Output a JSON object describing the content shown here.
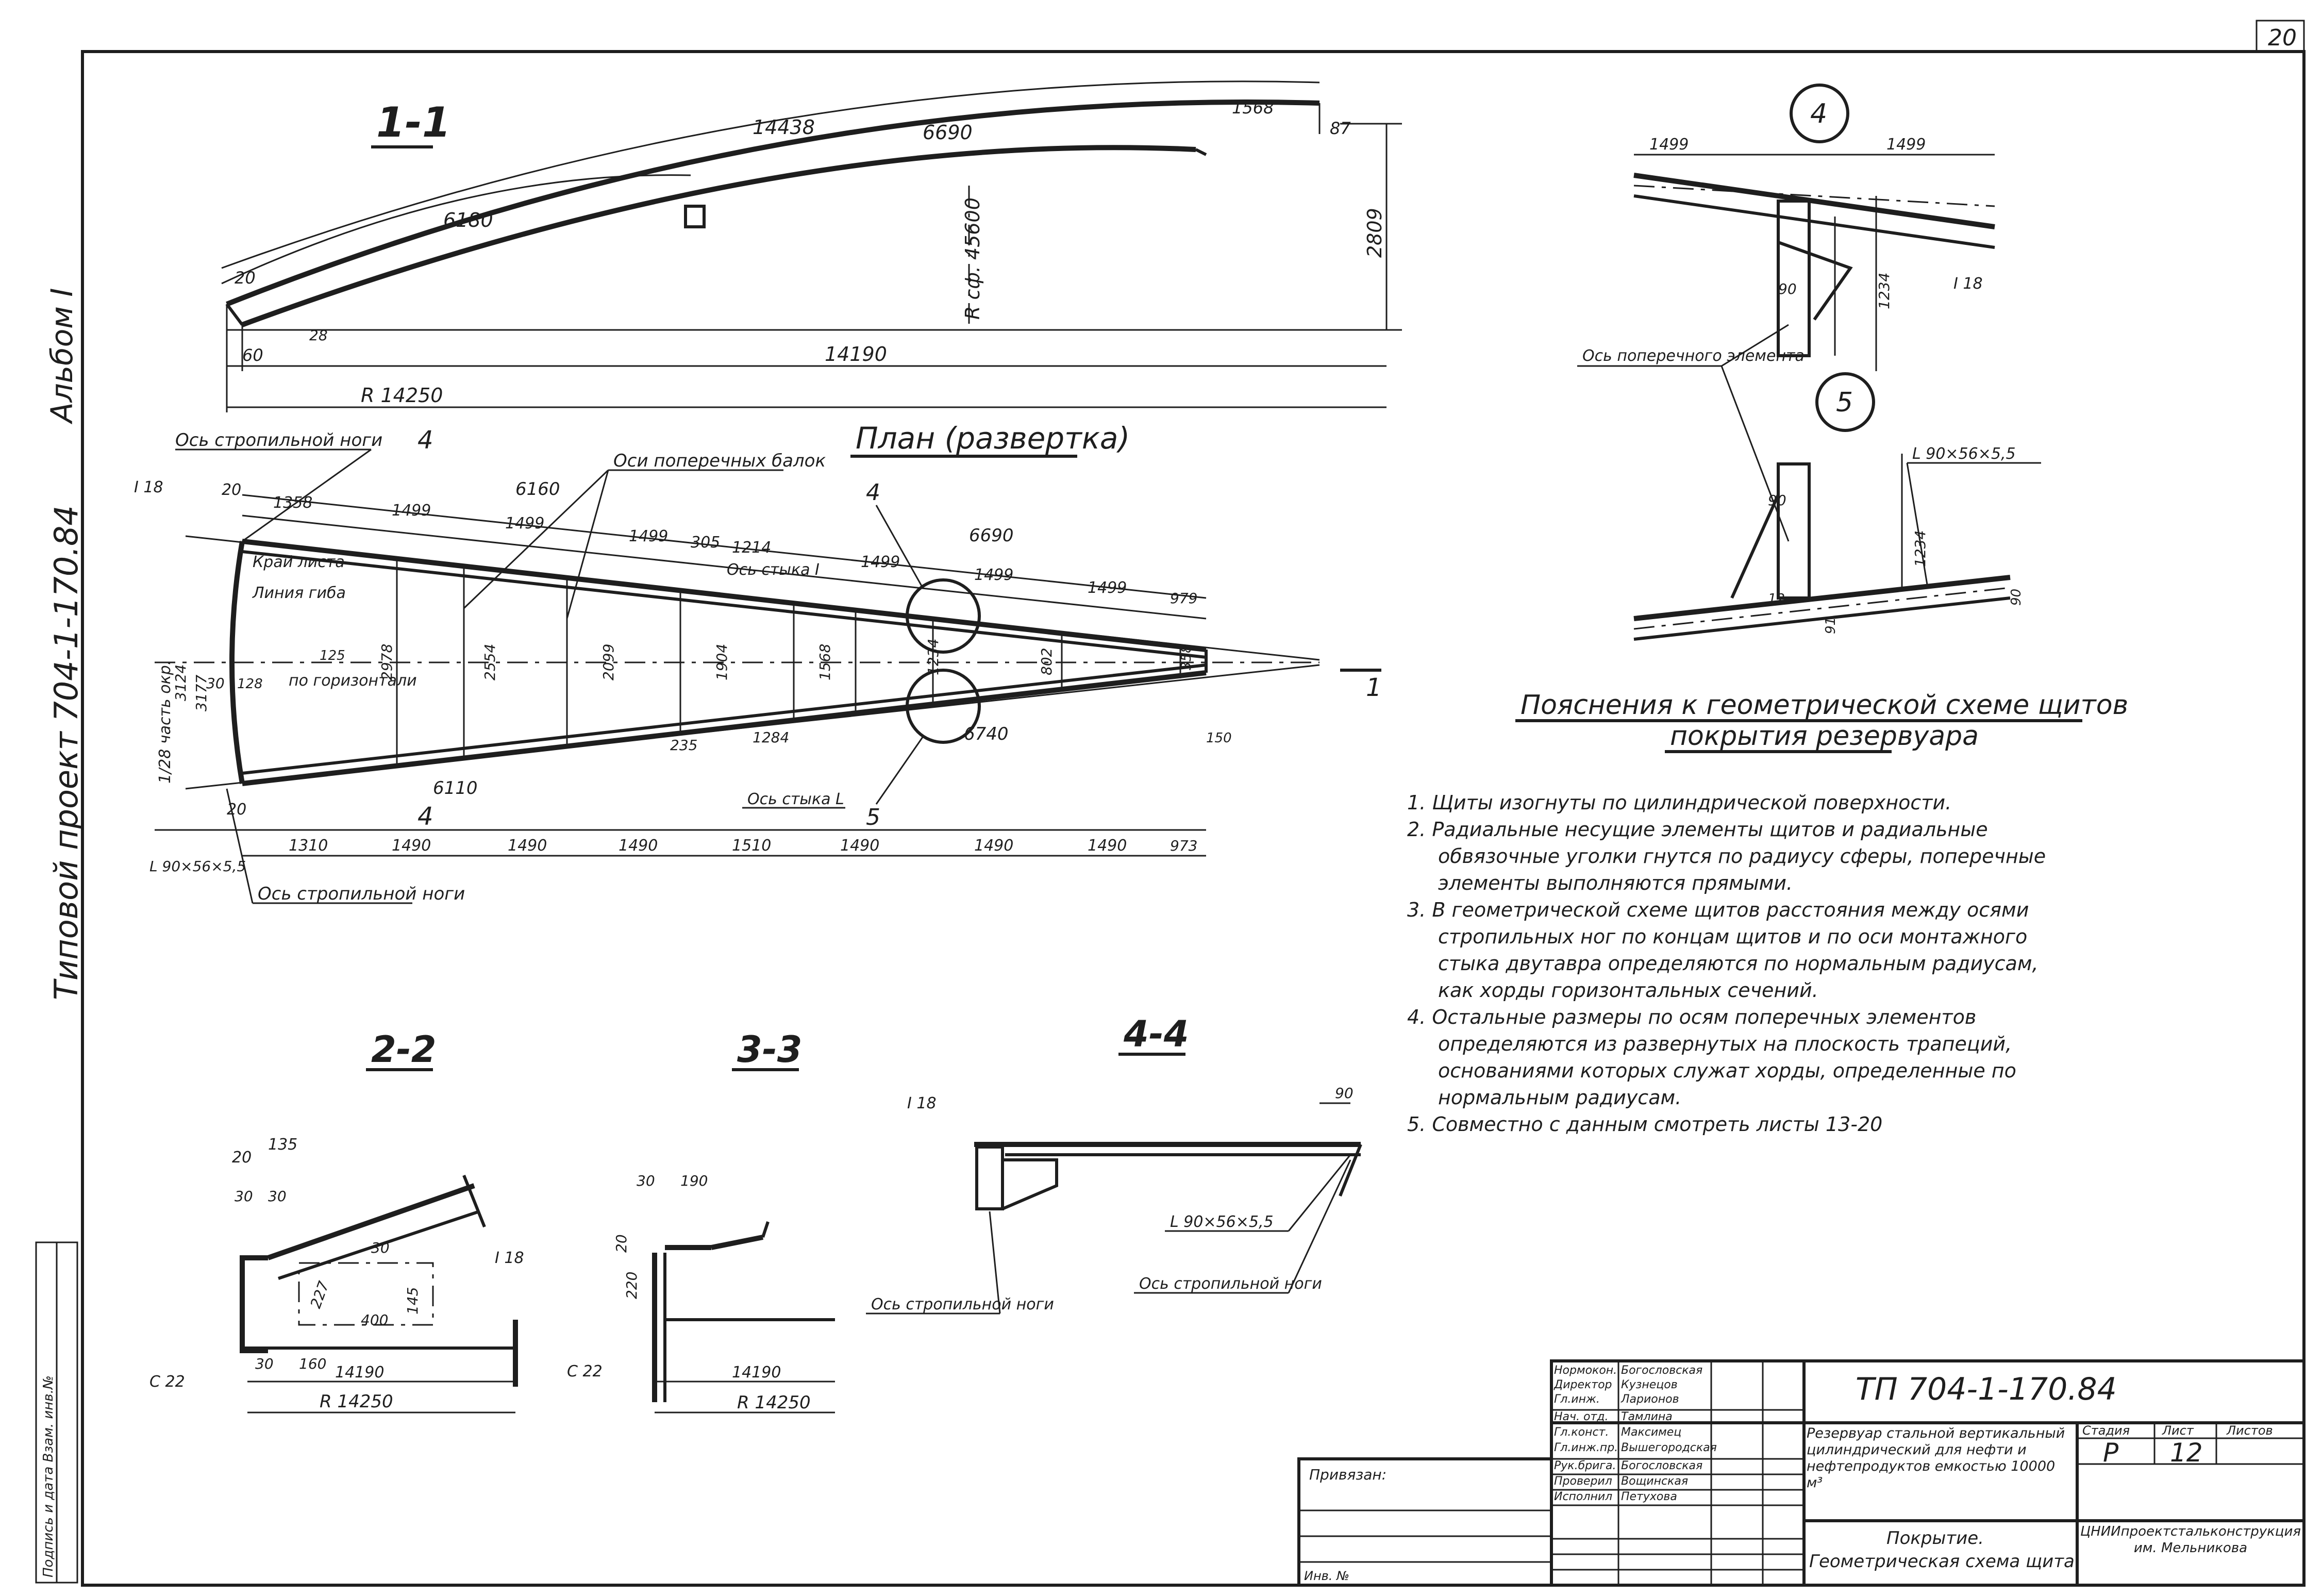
{
  "sheet_corner": "20",
  "margin": {
    "album": "Альбом I",
    "project": "Типовой проект 704-1-170.84",
    "stamp_label": "Подпись и дата Взам. инв.№",
    "inv_label": "Инв. №"
  },
  "section_1_1": {
    "title": "1-1",
    "dims": {
      "total_arc": "14438",
      "left_arc": "6180",
      "right_arc": "6690",
      "end_arc": "1568",
      "height": "2809",
      "end_h": "87",
      "radius_sphere": "R сф. 45600",
      "span": "14190",
      "radius": "R 14250",
      "left_off": "60",
      "start": "20",
      "rise": "28"
    }
  },
  "plan": {
    "title": "План (развертка)",
    "labels": {
      "rafter_axis_top": "Ось стропильной ноги",
      "rafter_axis_bottom": "Ось стропильной ноги",
      "cross_beam_axes": "Оси поперечных балок",
      "sheet_edge": "Край листа",
      "bend_line": "Линия гиба",
      "horizontal": "по горизонтали",
      "chord_part": "1/28 часть окр.",
      "joint_I": "Ось стыка I",
      "joint_L": "Ось стыка L",
      "beam_I18": "I 18",
      "angle_bottom": "L 90×56×5,5",
      "cut_mark_4": "4",
      "cut_mark_1": "1",
      "callout_4": "4",
      "callout_5": "5"
    },
    "top_dims": [
      "20",
      "1358",
      "1499",
      "1499",
      "1499",
      "305",
      "1214",
      "1499",
      "1499",
      "1499",
      "979"
    ],
    "top_long": [
      "6160",
      "6690"
    ],
    "bottom_dims": [
      "1310",
      "1490",
      "1490",
      "1490",
      "1510",
      "1490",
      "1490",
      "1490",
      "973"
    ],
    "bottom_long": [
      "6110",
      "6740"
    ],
    "vertical_dims": [
      "2978",
      "2554",
      "2099",
      "1904",
      "1568",
      "1234",
      "802",
      "358",
      "3124",
      "3177"
    ],
    "misc": [
      "20",
      "30",
      "128",
      "125",
      "235",
      "1284",
      "150"
    ]
  },
  "detail_4_5": {
    "node_4": "4",
    "node_5": "5",
    "top_left": "1499",
    "top_right": "1499",
    "beam": "I 18",
    "axis_label": "Ось поперечного элемента",
    "dim_1234a": "1234",
    "dim_1234b": "1234",
    "dim_90a": "90",
    "dim_90b": "90",
    "dim_12": "12",
    "dim_91": "91",
    "dim_90c": "90",
    "angle": "L 90×56×5,5"
  },
  "notes": {
    "title_line1": "Пояснения к геометрической схеме щитов",
    "title_line2": "покрытия резервуара",
    "items": [
      "1. Щиты изогнуты по цилиндрической поверхности.",
      "2. Радиальные несущие элементы щитов и радиальные",
      "обвязочные уголки гнутся по радиусу сферы, поперечные",
      "элементы выполняются прямыми.",
      "3. В геометрической схеме щитов расстояния между осями",
      "стропильных ног по концам щитов и по оси монтажного",
      "стыка двутавра определяются по нормальным радиусам,",
      "как хорды горизонтальных сечений.",
      "4. Остальные размеры по осям поперечных элементов",
      "определяются из развернутых на плоскость трапеций,",
      "основаниями которых служат хорды, определенные по",
      "нормальным радиусам.",
      "5. Совместно с данным смотреть листы 13-20"
    ]
  },
  "section_2_2": {
    "title": "2-2",
    "dims": [
      "20",
      "135",
      "30",
      "30",
      "30",
      "227",
      "400",
      "145",
      "30",
      "160",
      "14190",
      "R 14250"
    ],
    "channel": "С 22",
    "beam": "I 18"
  },
  "section_3_3": {
    "title": "3-3",
    "dims": [
      "30",
      "190",
      "20",
      "220",
      "14190",
      "R 14250"
    ],
    "channel": "С 22"
  },
  "section_4_4": {
    "title": "4-4",
    "beam": "I 18",
    "dim_90": "90",
    "angle": "L 90×56×5,5",
    "axis_left": "Ось стропильной ноги",
    "axis_right": "Ось стропильной ноги"
  },
  "title_block": {
    "code": "ТП 704-1-170.84",
    "bound": "Привязан:",
    "inv": "Инв. №",
    "roles": [
      "Нормокон.",
      "Директор",
      "Гл.инж.",
      "Нач. отд.",
      "Гл.конст.",
      "Гл.инж.пр.",
      "Рук.брига.",
      "Проверил",
      "Исполнил"
    ],
    "names": [
      "Богословская",
      "Кузнецов",
      "Ларионов",
      "Тамлина",
      "Максимец",
      "Вышегородская",
      "Богословская",
      "Вощинская",
      "Петухова"
    ],
    "description": "Резервуар стальной вертикальный цилиндрический для нефти и нефтепродуктов емкостью 10000 м³",
    "stage_label": "Стадия",
    "sheet_label": "Лист",
    "sheets_label": "Листов",
    "stage": "Р",
    "sheet": "12",
    "sheets": "",
    "drawing_title_1": "Покрытие.",
    "drawing_title_2": "Геометрическая схема щита.",
    "org": "ЦНИИпроектстальконструкция им. Мельникова"
  }
}
